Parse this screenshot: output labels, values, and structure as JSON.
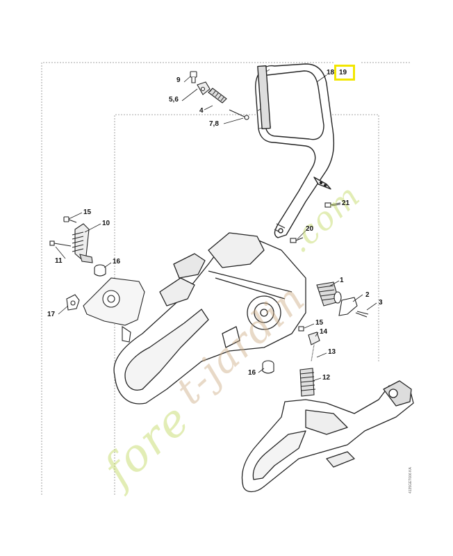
{
  "callouts": {
    "p9": "9",
    "p5_6": "5,6",
    "p4": "4",
    "p7_8": "7,8",
    "p18": "18",
    "p19": "19",
    "p15a": "15",
    "p10": "10",
    "p11": "11",
    "p16a": "16",
    "p17": "17",
    "p21": "21",
    "p20": "20",
    "p1": "1",
    "p2": "2",
    "p3": "3",
    "p15b": "15",
    "p14": "14",
    "p13": "13",
    "p12": "12",
    "p16b": "16"
  },
  "watermark": {
    "part_green": "fore",
    "part_tan": "t-jardin",
    "part_green2": ".com"
  },
  "doc_id": "4135GET006 KA",
  "colors": {
    "highlight": "#f2e600",
    "watermark_green": "#bed75a",
    "watermark_tan": "#cdaa82",
    "line": "#222222"
  }
}
